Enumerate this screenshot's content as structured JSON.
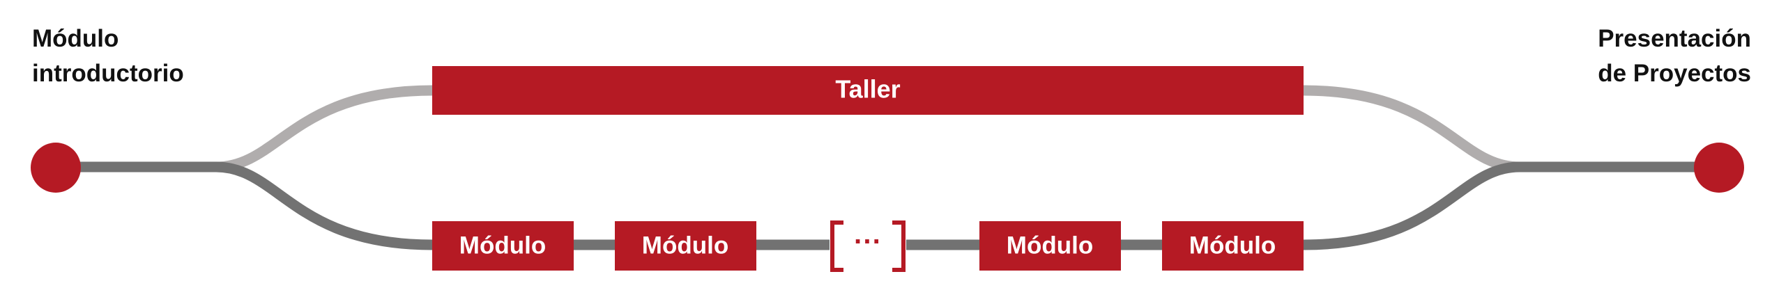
{
  "start_label": [
    "Módulo",
    "introductorio"
  ],
  "end_label": [
    "Presentación",
    "de Proyectos"
  ],
  "workshop": {
    "label": "Taller"
  },
  "modules": [
    "Módulo",
    "Módulo",
    "Módulo",
    "Módulo"
  ],
  "ellipsis": "···",
  "colors": {
    "accent": "#b51a24",
    "track_dark": "#727272",
    "track_light": "#b0adad",
    "text": "#111111",
    "box_text": "#ffffff"
  }
}
